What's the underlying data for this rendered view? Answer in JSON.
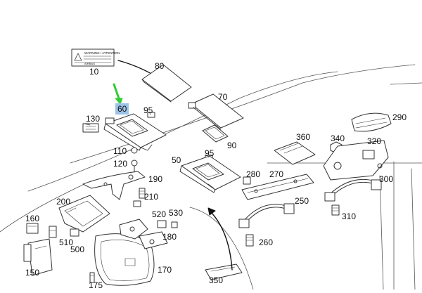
{
  "warning_label": {
    "line1": "WARNING / ATTENTION",
    "line2": "AIRBAG"
  },
  "colors": {
    "highlight": "#9cc3e6",
    "arrow_green": "#33cc33",
    "line": "#333333"
  },
  "parts": [
    {
      "id": "10",
      "text": "10"
    },
    {
      "id": "80",
      "text": "80"
    },
    {
      "id": "70",
      "text": "70"
    },
    {
      "id": "60",
      "text": "60",
      "highlighted": true
    },
    {
      "id": "95a",
      "text": "95"
    },
    {
      "id": "130",
      "text": "130"
    },
    {
      "id": "90",
      "text": "90"
    },
    {
      "id": "360",
      "text": "360"
    },
    {
      "id": "340",
      "text": "340"
    },
    {
      "id": "320",
      "text": "320"
    },
    {
      "id": "290",
      "text": "290"
    },
    {
      "id": "110",
      "text": "110"
    },
    {
      "id": "120",
      "text": "120"
    },
    {
      "id": "50",
      "text": "50"
    },
    {
      "id": "95b",
      "text": "95"
    },
    {
      "id": "280",
      "text": "280"
    },
    {
      "id": "270",
      "text": "270"
    },
    {
      "id": "190",
      "text": "190"
    },
    {
      "id": "300",
      "text": "300"
    },
    {
      "id": "210",
      "text": "210"
    },
    {
      "id": "200",
      "text": "200"
    },
    {
      "id": "250",
      "text": "250"
    },
    {
      "id": "520",
      "text": "520"
    },
    {
      "id": "530",
      "text": "530"
    },
    {
      "id": "310",
      "text": "310"
    },
    {
      "id": "160",
      "text": "160"
    },
    {
      "id": "180",
      "text": "180"
    },
    {
      "id": "510",
      "text": "510"
    },
    {
      "id": "500",
      "text": "500"
    },
    {
      "id": "260",
      "text": "260"
    },
    {
      "id": "150",
      "text": "150"
    },
    {
      "id": "170",
      "text": "170"
    },
    {
      "id": "175",
      "text": "175"
    },
    {
      "id": "350",
      "text": "350"
    }
  ]
}
